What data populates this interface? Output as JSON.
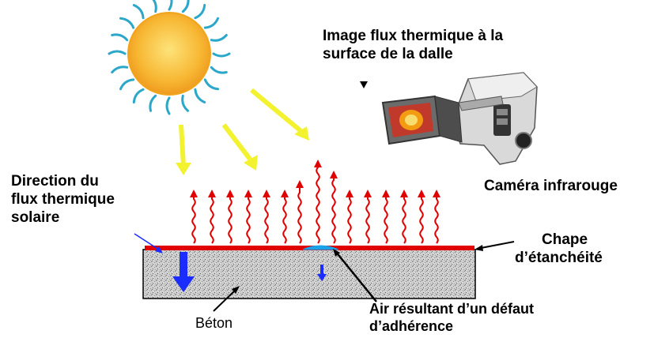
{
  "labels": {
    "image_flux_line1": "Image flux thermique à la",
    "image_flux_line2": "surface de la dalle",
    "camera": "Caméra infrarouge",
    "direction_line1": "Direction du",
    "direction_line2": "flux thermique",
    "direction_line3": "solaire",
    "chape_line1": "Chape",
    "chape_line2": "d’étanchéité",
    "air_line1": "Air résultant d’un défaut",
    "air_line2": "d’adhérence",
    "beton": "Béton"
  },
  "icons": {
    "sun": "sun-icon",
    "camera": "infrared-camera-icon"
  },
  "colors": {
    "sun_core": "#f5a623",
    "sun_rays": "#2aa7c9",
    "solar_arrows": "#f2f230",
    "heat_arrows": "#e00000",
    "membrane": "#e00000",
    "defect": "#1aa3e8",
    "flux_arrow": "#1a2cff",
    "concrete": "#c8c8c8"
  }
}
